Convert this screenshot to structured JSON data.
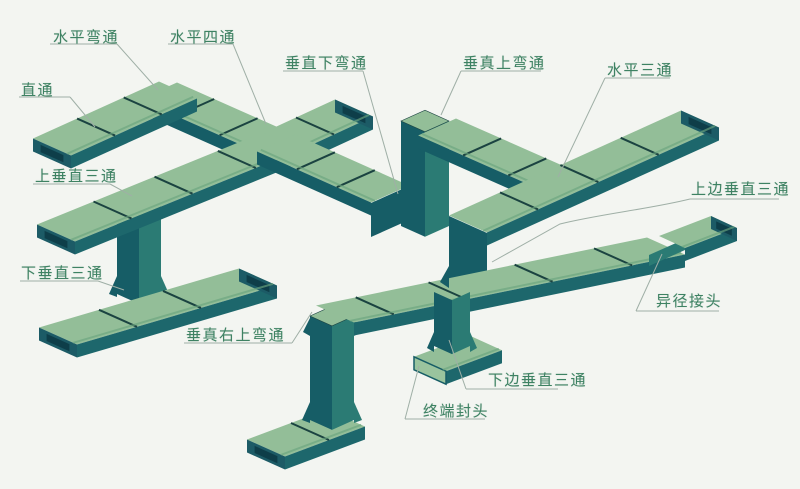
{
  "diagram": {
    "type": "isometric-cable-tray-fittings-diagram",
    "labels": [
      {
        "id": "horizontal-elbow",
        "text": "水平弯通"
      },
      {
        "id": "horizontal-cross",
        "text": "水平四通"
      },
      {
        "id": "vertical-down-bend",
        "text": "垂直下弯通"
      },
      {
        "id": "vertical-up-bend",
        "text": "垂真上弯通"
      },
      {
        "id": "horizontal-tee",
        "text": "水平三通"
      },
      {
        "id": "straight-through",
        "text": "直通"
      },
      {
        "id": "upper-vertical-tee",
        "text": "上垂直三通"
      },
      {
        "id": "lower-vertical-tee",
        "text": "下垂直三通"
      },
      {
        "id": "vertical-right-up-bend",
        "text": "垂真右上弯通"
      },
      {
        "id": "upper-side-vertical-tee",
        "text": "上边垂直三通"
      },
      {
        "id": "reducer-joint",
        "text": "异径接头"
      },
      {
        "id": "lower-side-vertical-tee",
        "text": "下边垂直三通"
      },
      {
        "id": "terminal-end-cap",
        "text": "终端封头"
      }
    ],
    "colors": {
      "background": "#f3f5f1",
      "tray_top": "#93be98",
      "tray_side_sw": "#165d66",
      "tray_side_se": "#1d676c",
      "tray_side_mid": "#2b7b74",
      "tray_end": "#1c5b66",
      "tray_inner": "#0e3e49",
      "seam": "#1b4341",
      "lip": "#6ba57f",
      "end_cap": "#9ac49e",
      "label_text": "#3e8263",
      "leader_line": "#9fafa6"
    }
  }
}
